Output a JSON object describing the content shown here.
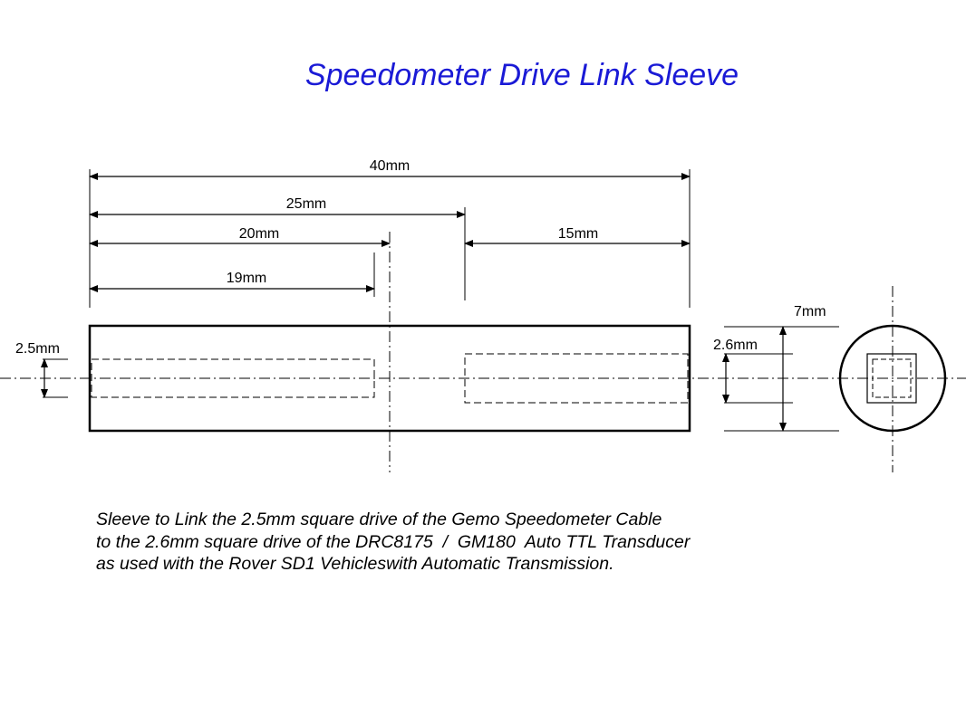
{
  "title": "Speedometer Drive Link Sleeve",
  "dimensions": {
    "overall_length": "40mm",
    "input_bore_depth": "25mm",
    "center_line_offset": "20mm",
    "output_bore_depth": "19mm",
    "output_bore_length": "15mm",
    "output_square": "2.5mm",
    "input_square": "2.6mm",
    "outer_diameter": "7mm"
  },
  "note": {
    "line1": "Sleeve to Link the 2.5mm square drive of the Gemo Speedometer Cable",
    "line2": "to the 2.6mm square drive of the DRC8175  /  GM180  Auto TTL Transducer",
    "line3": "as used with the Rover SD1 Vehicleswith Automatic Transmission."
  },
  "colors": {
    "title": "#1a1ad6",
    "line": "#000000"
  }
}
